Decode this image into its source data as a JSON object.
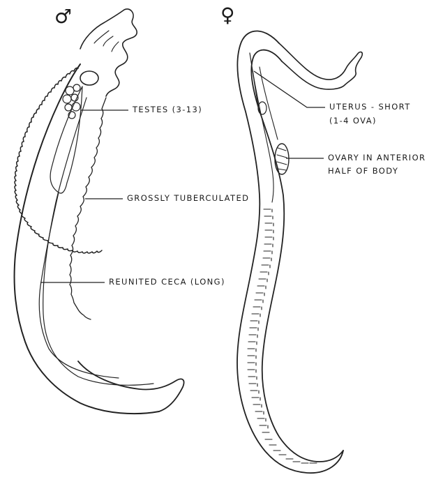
{
  "diagram": {
    "male": {
      "symbol": "♂",
      "labels": {
        "testes": "TESTES (3-13)",
        "tuberculated": "GROSSLY TUBERCULATED",
        "ceca": "REUNITED CECA (LONG)"
      }
    },
    "female": {
      "symbol": "♀",
      "labels": {
        "uterus_line1": "UTERUS - SHORT",
        "uterus_line2": "(1-4 OVA)",
        "ovary_line1": "OVARY IN ANTERIOR",
        "ovary_line2": "HALF OF BODY"
      }
    }
  }
}
